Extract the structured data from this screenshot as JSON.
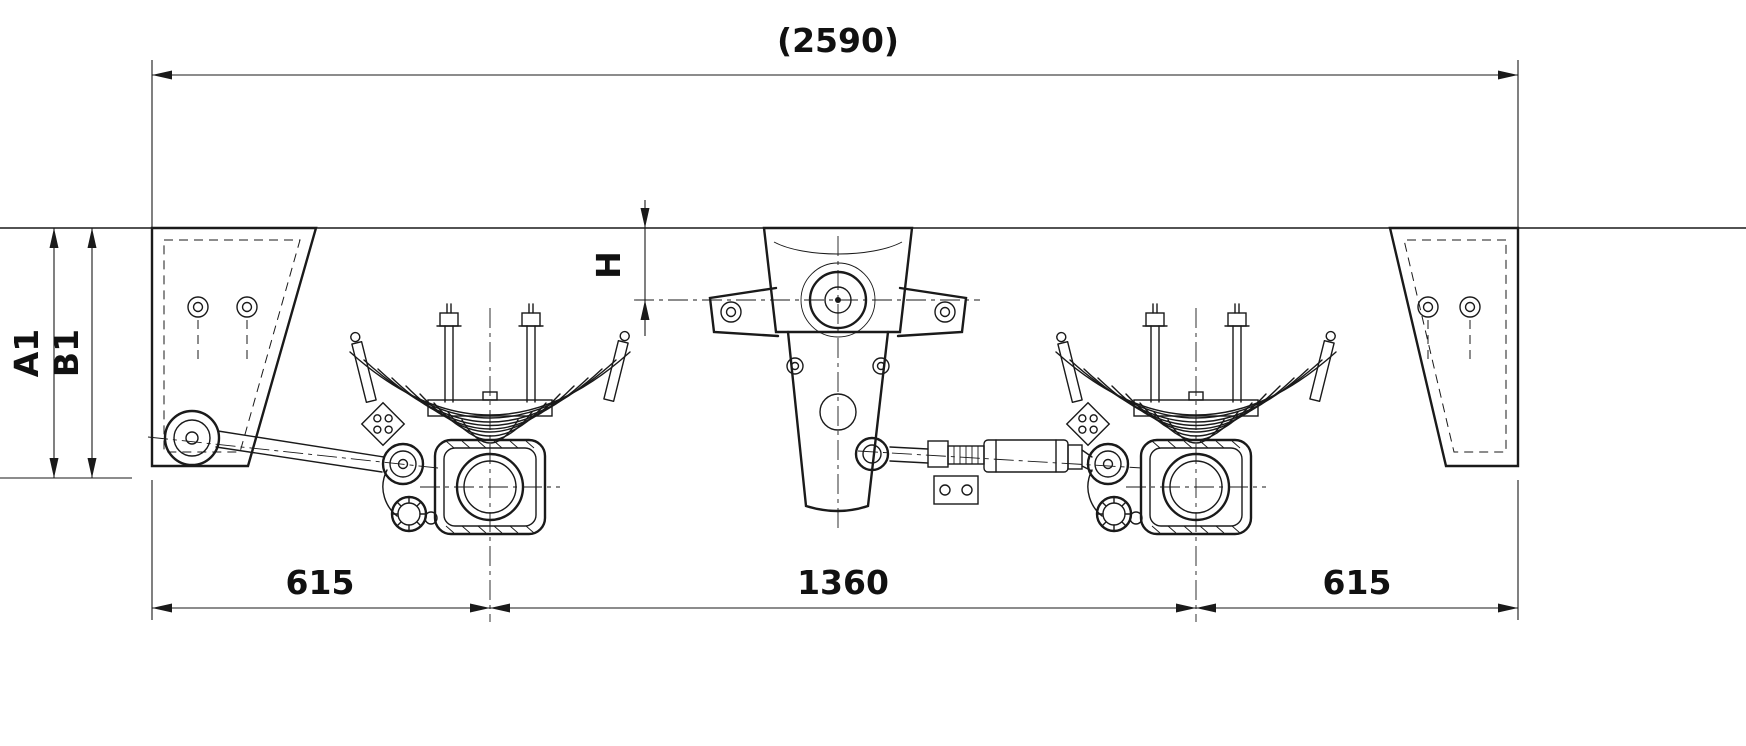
{
  "labels": {
    "overall_width": "(2590)",
    "left_offset": "615",
    "axle_distance": "1360",
    "right_offset": "615",
    "dim_a1": "A1",
    "dim_b1": "B1",
    "dim_h": "H"
  },
  "colors": {
    "line": "#1a1a1a",
    "background": "#ffffff"
  }
}
